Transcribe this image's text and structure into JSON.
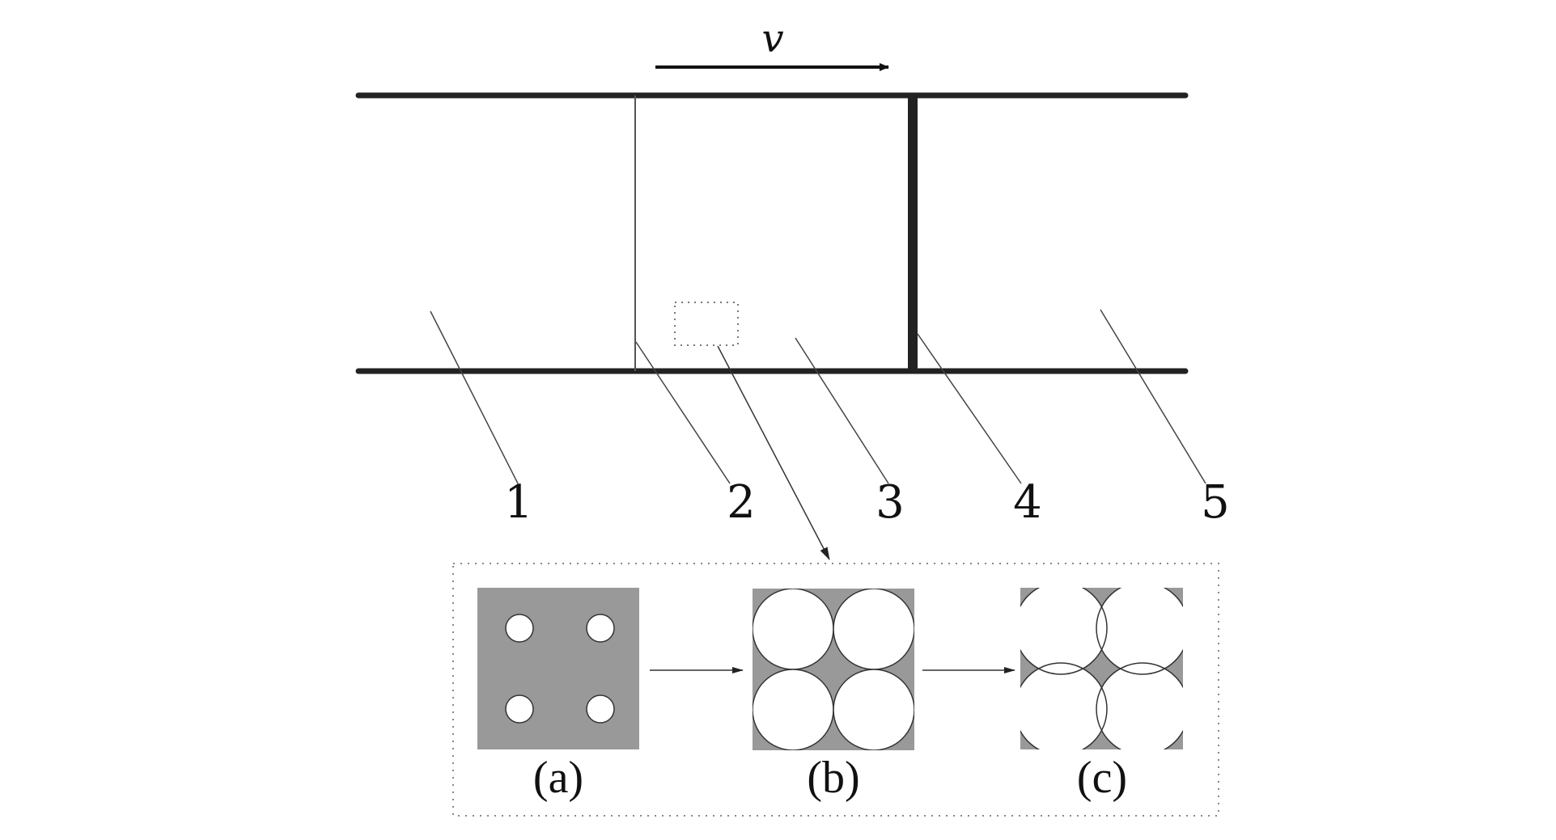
{
  "title": "Schematic of shock-loaded porous material (numbered components with pore compaction stages)",
  "velocity_label": "v",
  "components": [
    {
      "id": "1",
      "label": "1"
    },
    {
      "id": "2",
      "label": "2"
    },
    {
      "id": "3",
      "label": "3"
    },
    {
      "id": "4",
      "label": "4"
    },
    {
      "id": "5",
      "label": "5"
    }
  ],
  "panels": [
    {
      "id": "a",
      "label": "(a)",
      "description": "square matrix with four small pores"
    },
    {
      "id": "b",
      "label": "(b)",
      "description": "pores grown to touching circles"
    },
    {
      "id": "c",
      "label": "(c)",
      "description": "remaining concave interstitial fragments"
    }
  ],
  "colors": {
    "line": "#222222",
    "matrix_gray": "#999999",
    "dotted": "#888888",
    "background": "#ffffff"
  }
}
